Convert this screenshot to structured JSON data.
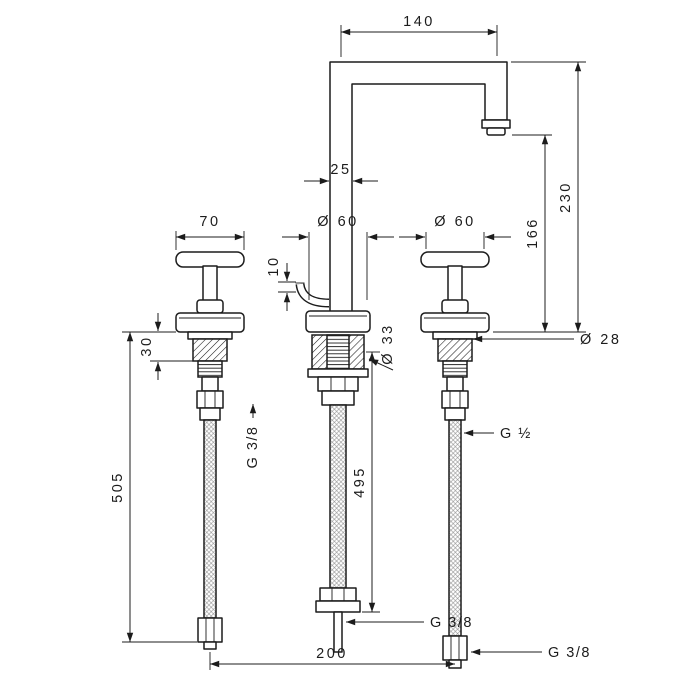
{
  "drawing": {
    "colors": {
      "line": "#1c1c1c",
      "background": "#ffffff"
    },
    "labels": {
      "spout_reach": "140",
      "total_height": "230",
      "outlet_height": "166",
      "spout_width": "25",
      "handle_width": "70",
      "spout_escutcheon_dia": "Ø 60",
      "handle_escutcheon_dia": "Ø 60",
      "lever_height": "10",
      "deck_clamp": "30",
      "spout_shank_dia": "Ø 33",
      "handle_shank_dia": "Ø 28",
      "left_hose_length": "505",
      "center_hose_length": "495",
      "left_hose_thread": "G 3/8",
      "valve_thread": "G ½",
      "center_hose_thread": "G 3/8",
      "right_hose_thread": "G 3/8",
      "hole_spacing": "200"
    }
  }
}
